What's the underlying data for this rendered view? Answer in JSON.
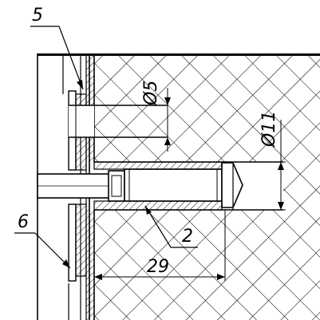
{
  "labels": {
    "part_5": "5",
    "part_6": "6",
    "part_2": "2"
  },
  "dimensions": {
    "diameter_small": "Ø5",
    "diameter_large": "Ø11",
    "length": "29"
  }
}
